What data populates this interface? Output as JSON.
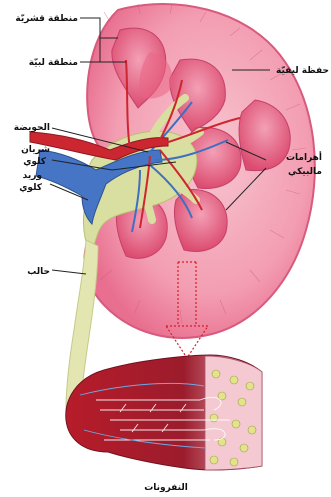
{
  "labels": {
    "cortex": "منطقة قشريّة",
    "medulla": "منطقة لبيّة",
    "capsule": "حفظة ليفيّة",
    "pelvis": "الحويضة",
    "renal_artery_1": "شريان",
    "renal_artery_2": "كلوي",
    "renal_vein_1": "وريد",
    "renal_vein_2": "كلوي",
    "pyramids_1": "أهرامات",
    "pyramids_2": "مالبيكي",
    "ureter": "حالب",
    "nephrons": "النفرونات"
  },
  "colors": {
    "capsule": "#f08aa0",
    "cortex": "#f4a9b9",
    "pyramid": "#e8607d",
    "pelvis": "#d9dfa0",
    "ureter": "#e4e6b2",
    "artery": "#cc2630",
    "vein": "#3f6fc0",
    "arrow": "#d42020"
  }
}
